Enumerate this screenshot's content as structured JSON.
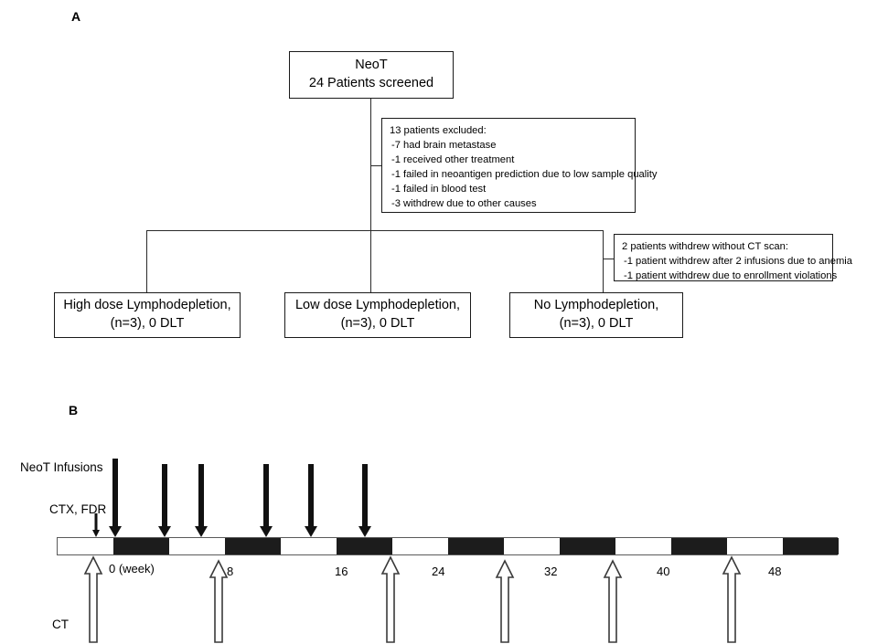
{
  "figure": {
    "panel_a_label": "A",
    "panel_b_label": "B"
  },
  "flowchart": {
    "root": {
      "line1": "NeoT",
      "line2": "24 Patients screened"
    },
    "excluded_box": {
      "header": "13 patients excluded:",
      "items": [
        "-7 had brain metastase",
        "-1 received other treatment",
        "-1 failed in neoantigen prediction due to low sample quality",
        "-1 failed in blood test",
        "-3 withdrew due to other causes"
      ]
    },
    "withdrew_box": {
      "header": "2 patients withdrew without CT scan:",
      "items": [
        "-1 patient withdrew after 2 infusions due to anemia",
        "-1 patient withdrew due to enrollment violations"
      ]
    },
    "arms": [
      {
        "line1": "High dose Lymphodepletion,",
        "line2": "(n=3), 0 DLT"
      },
      {
        "line1": "Low dose Lymphodepletion,",
        "line2": "(n=3), 0 DLT"
      },
      {
        "line1": "No Lymphodepletion,",
        "line2": "(n=3), 0 DLT"
      }
    ]
  },
  "timeline": {
    "labels": {
      "infusions": "NeoT Infusions",
      "conditioning": "CTX, FDR",
      "ct": "CT",
      "week_zero": "0 (week)"
    },
    "tick_labels": [
      "0 (week)",
      "8",
      "16",
      "24",
      "32",
      "40",
      "48"
    ],
    "tick_values": [
      0,
      8,
      16,
      24,
      32,
      40,
      48
    ],
    "axis_unit": "week",
    "axis_range": [
      -4,
      52
    ],
    "infusion_weeks": [
      0,
      3,
      6,
      11,
      15,
      21
    ],
    "ct_weeks": [
      -1,
      7,
      17,
      25,
      31,
      40
    ],
    "conditioning_week": [
      -2
    ],
    "colors": {
      "bar_dark": "#1c1c1c",
      "bar_light": "#ffffff",
      "arrow_dark": "#111111",
      "outline": "#5a5a5a"
    }
  }
}
